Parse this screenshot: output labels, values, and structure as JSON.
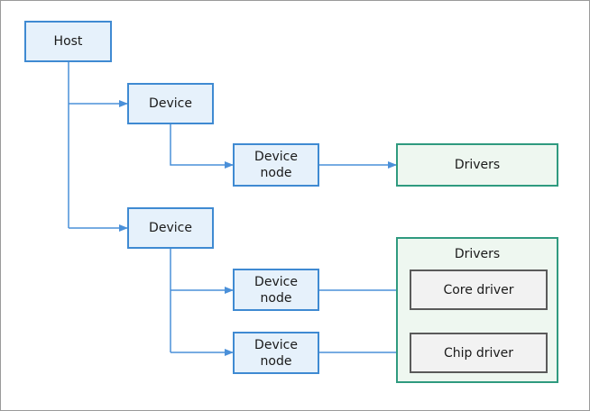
{
  "diagram": {
    "host": "Host",
    "device_1": "Device",
    "device_2": "Device",
    "device_node_1": "Device\nnode",
    "device_node_2": "Device\nnode",
    "device_node_3": "Device\nnode",
    "drivers_1": "Drivers",
    "drivers_2": "Drivers",
    "core_driver": "Core driver",
    "chip_driver": "Chip driver"
  },
  "colors": {
    "blue_fill": "#e6f1fb",
    "blue_stroke": "#3f8ad2",
    "green_fill": "#eef7f0",
    "green_stroke": "#2f9a7f",
    "gray_fill": "#f2f2f2",
    "gray_stroke": "#5a5a5a",
    "connector": "#4a90d9"
  }
}
